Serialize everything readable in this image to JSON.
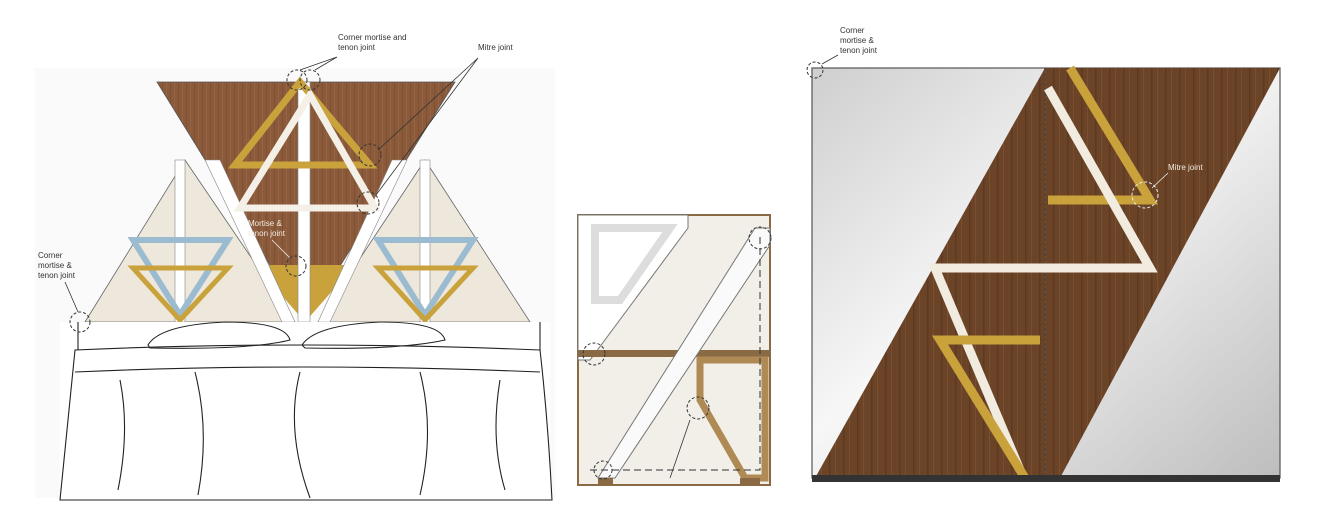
{
  "colors": {
    "walnut": "#8a5a3a",
    "oak": "#6b4428",
    "brass": "#c9a23c",
    "cream": "#ede7dc",
    "blue_inlay": "#9bbbd0",
    "mirror": "#d9d9d9"
  },
  "headboard": {
    "labels": {
      "top_joint_line1": "Corner mortise and",
      "top_joint_line2": "tenon joint",
      "mitre": "Mitre joint",
      "center_joint_line1": "Mortise &",
      "center_joint_line2": "tenon joint",
      "corner_line1": "Corner",
      "corner_line2": "mortise &",
      "corner_line3": "tenon joint"
    }
  },
  "wardrobe": {
    "labels": {
      "corner_line1": "Corner",
      "corner_line2": "mortise &",
      "corner_line3": "tenon joint",
      "mitre": "Mitre joint"
    }
  }
}
